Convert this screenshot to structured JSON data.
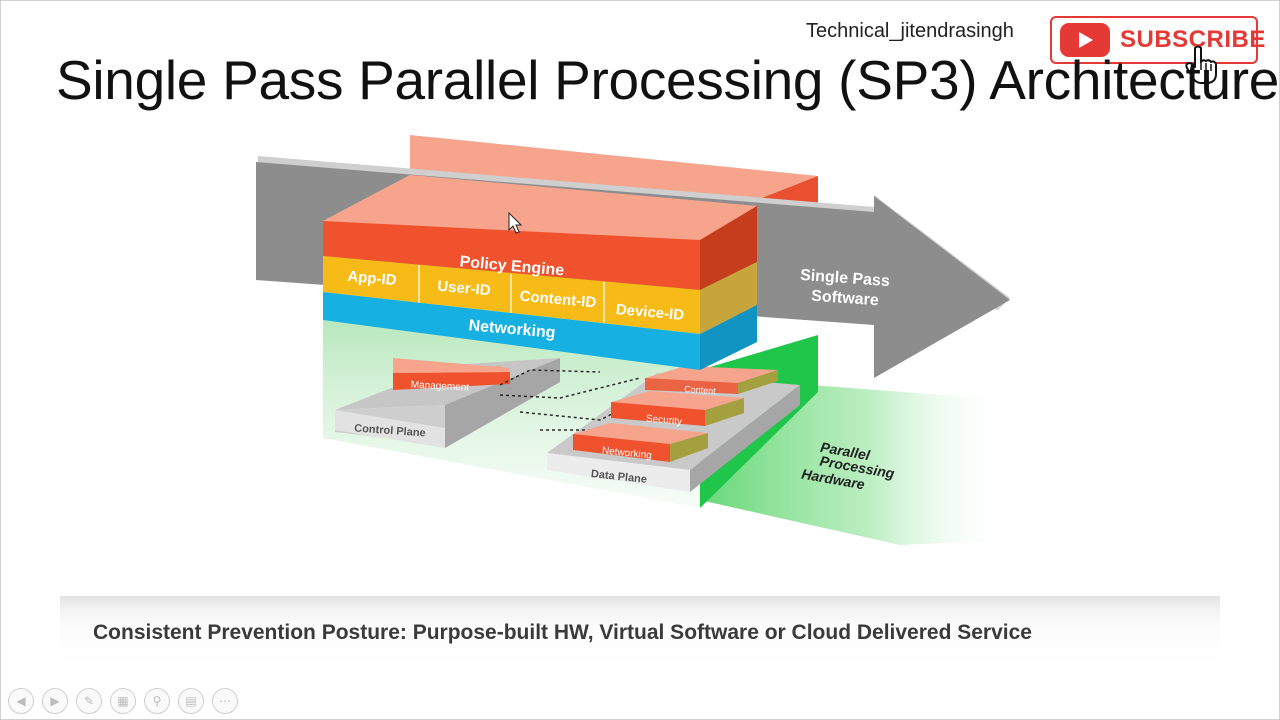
{
  "header": {
    "channel_name": "Technical_jitendrasingh",
    "subscribe_label": "SUBSCRIBE",
    "accent_color": "#e53935"
  },
  "slide": {
    "title": "Single Pass Parallel Processing (SP3) Architecture",
    "caption": "Consistent Prevention Posture: Purpose-built HW, Virtual Software or Cloud Delivered Service"
  },
  "diagram": {
    "policy_engine": "Policy Engine",
    "modules": [
      "App-ID",
      "User-ID",
      "Content-ID",
      "Device-ID"
    ],
    "networking_layer": "Networking",
    "arrow_label_line1": "Single Pass",
    "arrow_label_line2": "Software",
    "hw_label_line1": "Parallel",
    "hw_label_line2": "Processing",
    "hw_label_line3": "Hardware",
    "control_plane": "Control Plane",
    "management": "Management",
    "data_plane": "Data Plane",
    "dp_blocks": [
      "Content",
      "Security",
      "Networking"
    ],
    "colors": {
      "salmon": "#f6a48c",
      "policy_red": "#f0522d",
      "module_yellow": "#f6bb17",
      "networking_blue": "#16b0e2",
      "arrow_gray": "#8d8d8d",
      "hw_green": "#5fd56f"
    }
  },
  "player_controls": [
    "prev-icon",
    "next-icon",
    "pen-icon",
    "slides-icon",
    "zoom-icon",
    "subtitles-icon",
    "more-icon"
  ]
}
